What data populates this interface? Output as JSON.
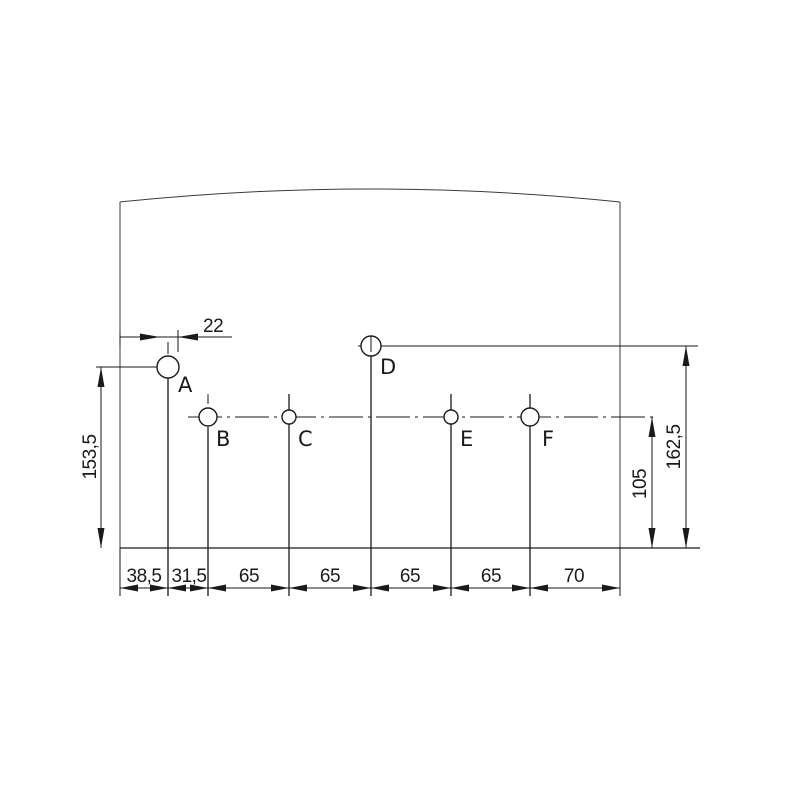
{
  "connections": [
    {
      "label": "A"
    },
    {
      "label": "B"
    },
    {
      "label": "C"
    },
    {
      "label": "D"
    },
    {
      "label": "E"
    },
    {
      "label": "F"
    }
  ],
  "dimensions": {
    "top_offset": "22",
    "bottom_chain": [
      "38,5",
      "31,5",
      "65",
      "65",
      "65",
      "65",
      "70"
    ],
    "height_a": "153,5",
    "height_d": "162,5",
    "height_row": "105"
  }
}
